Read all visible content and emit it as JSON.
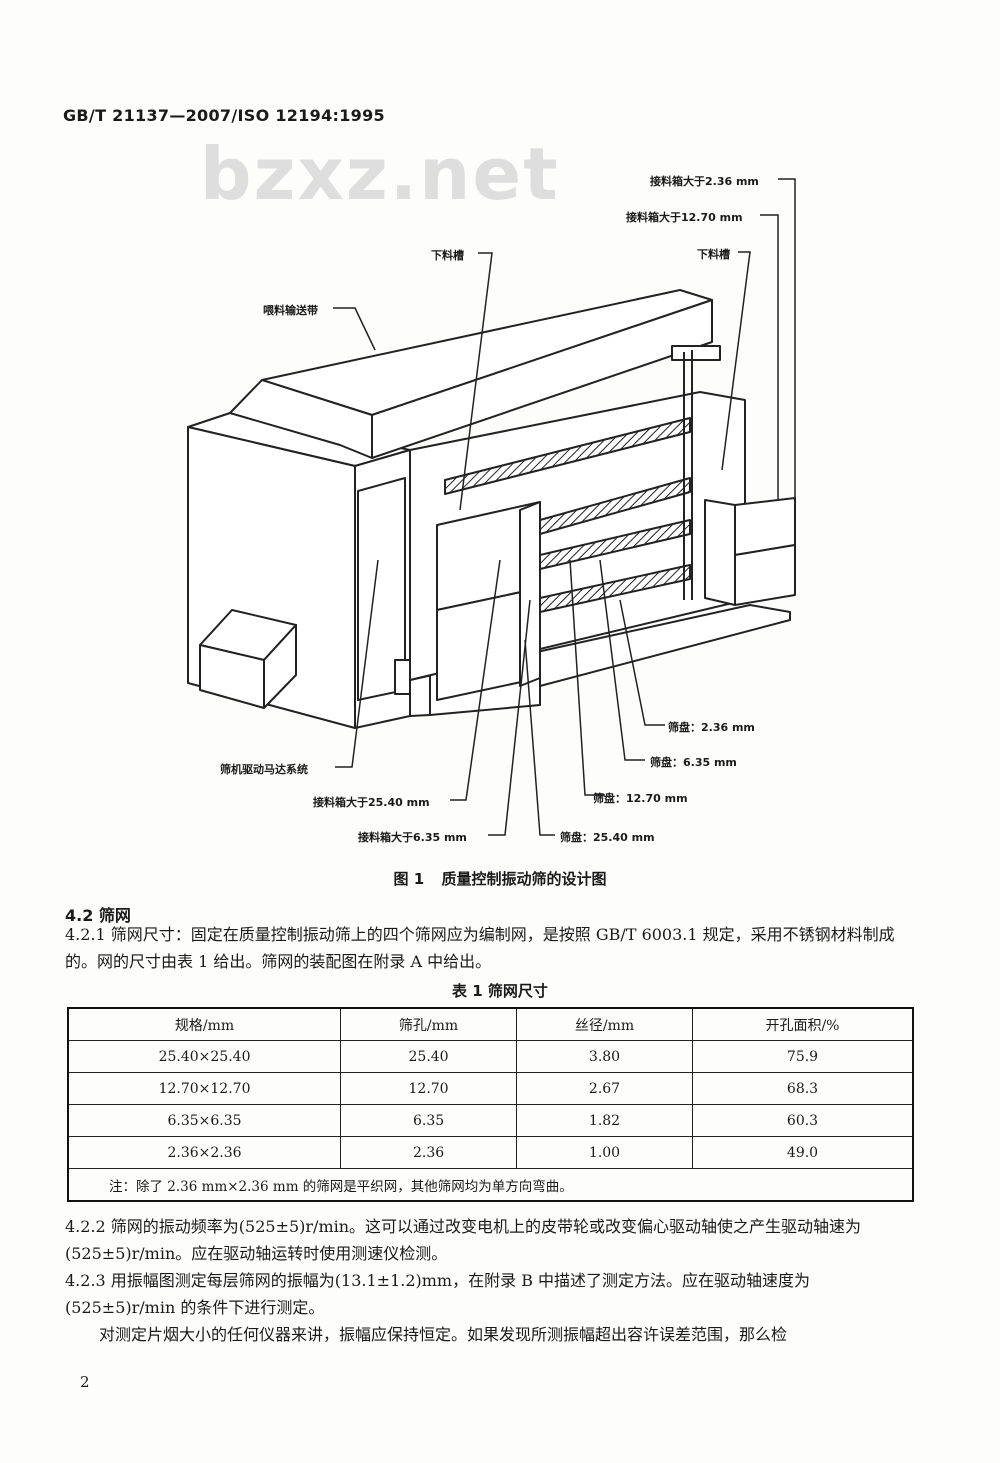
{
  "header": "GB/T 21137—2007/ISO 12194:1995",
  "watermark": "bzxz.net",
  "figure": {
    "labels": {
      "receiver_236": "接料箱大于2.36 mm",
      "receiver_1270": "接料箱大于12.70 mm",
      "chute_right": "下料槽",
      "chute_left": "下料槽",
      "feed_conveyor": "喂料输送带",
      "motor_system": "筛机驱动马达系统",
      "receiver_2540": "接料箱大于25.40 mm",
      "receiver_635": "接料箱大于6.35 mm",
      "tray_236": "筛盘：2.36 mm",
      "tray_635": "筛盘：6.35 mm",
      "tray_1270": "筛盘：12.70 mm",
      "tray_2540": "筛盘：25.40 mm"
    },
    "caption_num": "图 1",
    "caption_text": "质量控制振动筛的设计图"
  },
  "section": {
    "heading": "4.2  筛网",
    "p421": "4.2.1  筛网尺寸：固定在质量控制振动筛上的四个筛网应为编制网，是按照 GB/T 6003.1 规定，采用不锈钢材料制成的。网的尺寸由表 1 给出。筛网的装配图在附录 A 中给出。",
    "table_title": "表 1  筛网尺寸",
    "table": {
      "headers": [
        "规格/mm",
        "筛孔/mm",
        "丝径/mm",
        "开孔面积/%"
      ],
      "rows": [
        [
          "25.40×25.40",
          "25.40",
          "3.80",
          "75.9"
        ],
        [
          "12.70×12.70",
          "12.70",
          "2.67",
          "68.3"
        ],
        [
          "6.35×6.35",
          "6.35",
          "1.82",
          "60.3"
        ],
        [
          "2.36×2.36",
          "2.36",
          "1.00",
          "49.0"
        ]
      ],
      "note": "注：除了 2.36 mm×2.36 mm 的筛网是平织网，其他筛网均为单方向弯曲。"
    },
    "p422": "4.2.2  筛网的振动频率为(525±5)r/min。这可以通过改变电机上的皮带轮或改变偏心驱动轴使之产生驱动轴速为(525±5)r/min。应在驱动轴运转时使用测速仪检测。",
    "p423": "4.2.3  用振幅图测定每层筛网的振幅为(13.1±1.2)mm，在附录 B 中描述了测定方法。应在驱动轴速度为(525±5)r/min 的条件下进行测定。",
    "p_last": "对测定片烟大小的任何仪器来讲，振幅应保持恒定。如果发现所测振幅超出容许误差范围，那么检"
  },
  "page_number": "2"
}
